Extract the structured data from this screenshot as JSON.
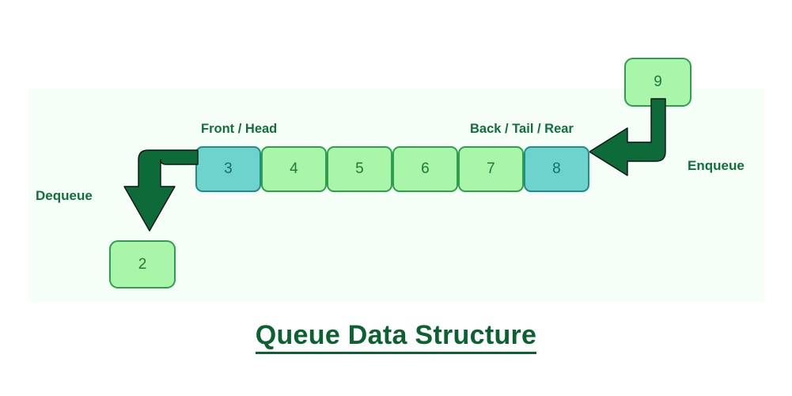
{
  "caption": "Queue Data Structure",
  "labels": {
    "front": "Front / Head",
    "back": "Back / Tail / Rear",
    "dequeue": "Dequeue",
    "enqueue": "Enqueue"
  },
  "queue": {
    "cells": [
      {
        "value": "3",
        "style": "teal"
      },
      {
        "value": "4",
        "style": "green"
      },
      {
        "value": "5",
        "style": "green"
      },
      {
        "value": "6",
        "style": "green"
      },
      {
        "value": "7",
        "style": "green"
      },
      {
        "value": "8",
        "style": "teal"
      }
    ]
  },
  "enqueue_box": {
    "value": "9"
  },
  "dequeue_box": {
    "value": "2"
  },
  "colors": {
    "dark_green": "#0b6130",
    "label_green": "#10703a",
    "cell_green_fill": "#a9f5a9",
    "cell_green_border": "#2e9e4f",
    "cell_teal_fill": "#6dd3cc",
    "cell_teal_border": "#1f8d88",
    "arrow_green": "#0d6b3a",
    "panel_bg": "#f5fff8"
  }
}
